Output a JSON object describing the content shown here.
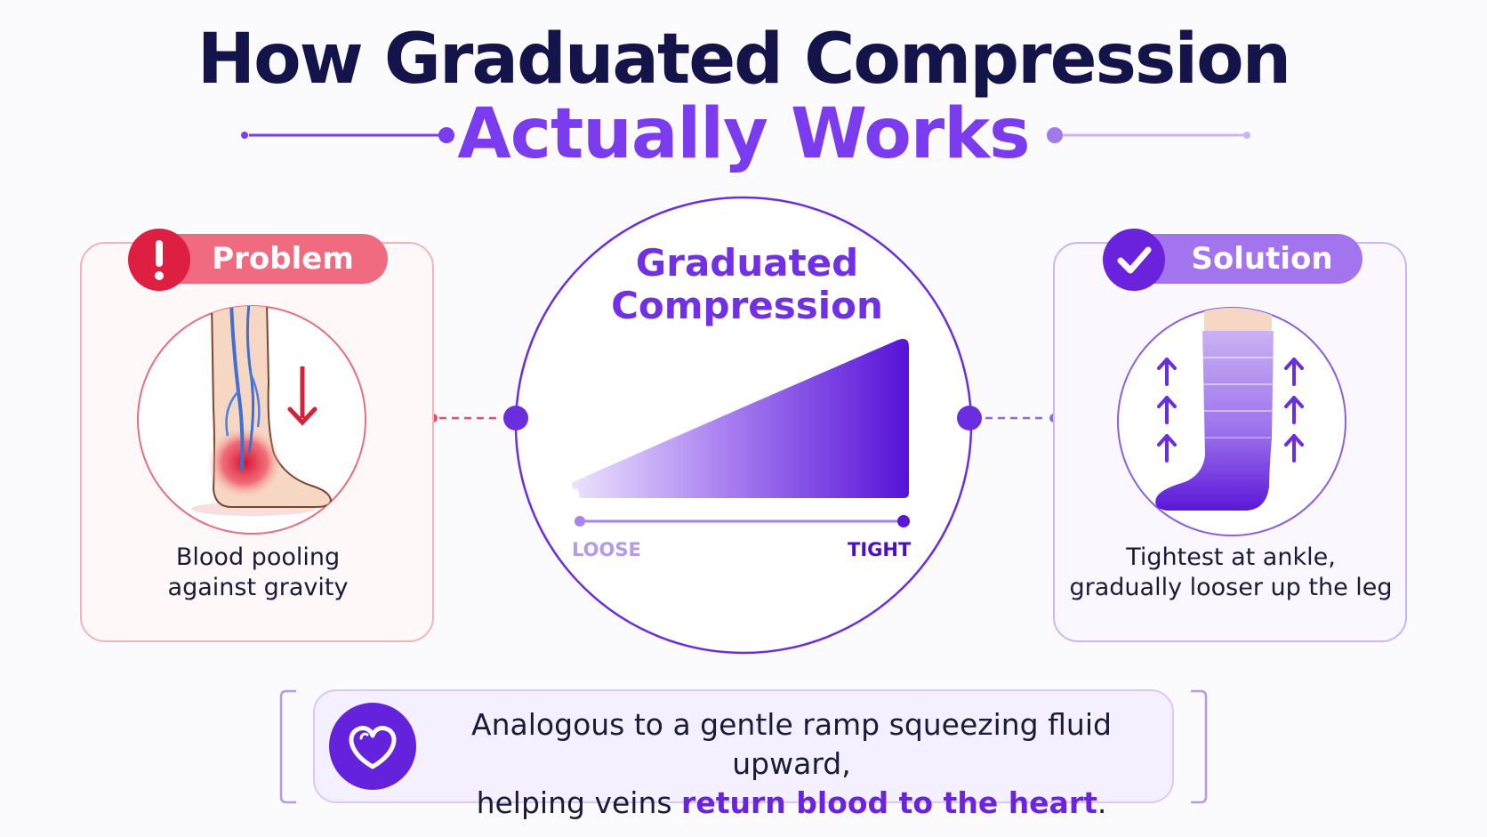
{
  "title": {
    "line1": "How Graduated Compression",
    "line2": "Actually Works"
  },
  "problem": {
    "label": "Problem",
    "badge_icon": "exclamation-icon",
    "caption_line1": "Blood pooling",
    "caption_line2": "against gravity"
  },
  "center": {
    "title_line1": "Graduated",
    "title_line2": "Compression",
    "axis_left": "LOOSE",
    "axis_right": "TIGHT"
  },
  "solution": {
    "label": "Solution",
    "badge_icon": "checkmark-icon",
    "caption_line1": "Tightest at ankle,",
    "caption_line2": "gradually looser up the leg"
  },
  "summary": {
    "icon": "heart-icon",
    "text_line1": "Analogous to a gentle ramp squeezing fluid upward,",
    "text_line2_prefix": "helping veins ",
    "text_line2_emphasis": "return blood to the heart",
    "text_line2_suffix": "."
  },
  "colors": {
    "navy": "#14134a",
    "purple": "#7b3cf0",
    "deep_purple": "#5b14d6",
    "problem_red": "#df1f41",
    "problem_pink": "#f06b80"
  }
}
